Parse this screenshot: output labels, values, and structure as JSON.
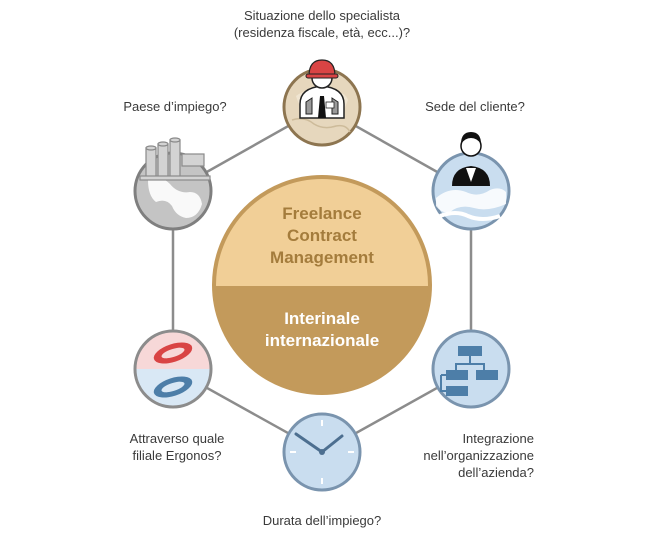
{
  "center": {
    "top_lines": [
      "Freelance",
      "Contract",
      "Management"
    ],
    "bottom_lines": [
      "Interinale",
      "internazionale"
    ],
    "top_color": "#f1cf97",
    "bottom_color": "#c39a5b",
    "top_text_color": "#a47c3c",
    "bottom_text_color": "#ffffff"
  },
  "nodes": {
    "specialist": {
      "label_lines": [
        "Situazione dello specialista",
        "(residenza fiscale, età, ecc...)?"
      ],
      "icon": "worker-hardhat-icon"
    },
    "client": {
      "label_lines": [
        "Sede del cliente?"
      ],
      "icon": "businessman-icon"
    },
    "integration": {
      "label_lines": [
        "Integrazione",
        "nell’organizzazione",
        "dell’azienda?"
      ],
      "icon": "org-chart-icon"
    },
    "duration": {
      "label_lines": [
        "Durata dell’impiego?"
      ],
      "icon": "clock-icon"
    },
    "branch": {
      "label_lines": [
        "Attraverso quale",
        "filiale Ergonos?"
      ],
      "icon": "ergonos-logo-icon"
    },
    "country": {
      "label_lines": [
        "Paese d’impiego?"
      ],
      "icon": "factory-icon"
    }
  },
  "colors": {
    "line": "#8c8c8c",
    "map_beige": "#e6d7bd",
    "map_blue": "#c9ddef",
    "map_gray": "#c4c4c4",
    "accent_red": "#d94444"
  }
}
